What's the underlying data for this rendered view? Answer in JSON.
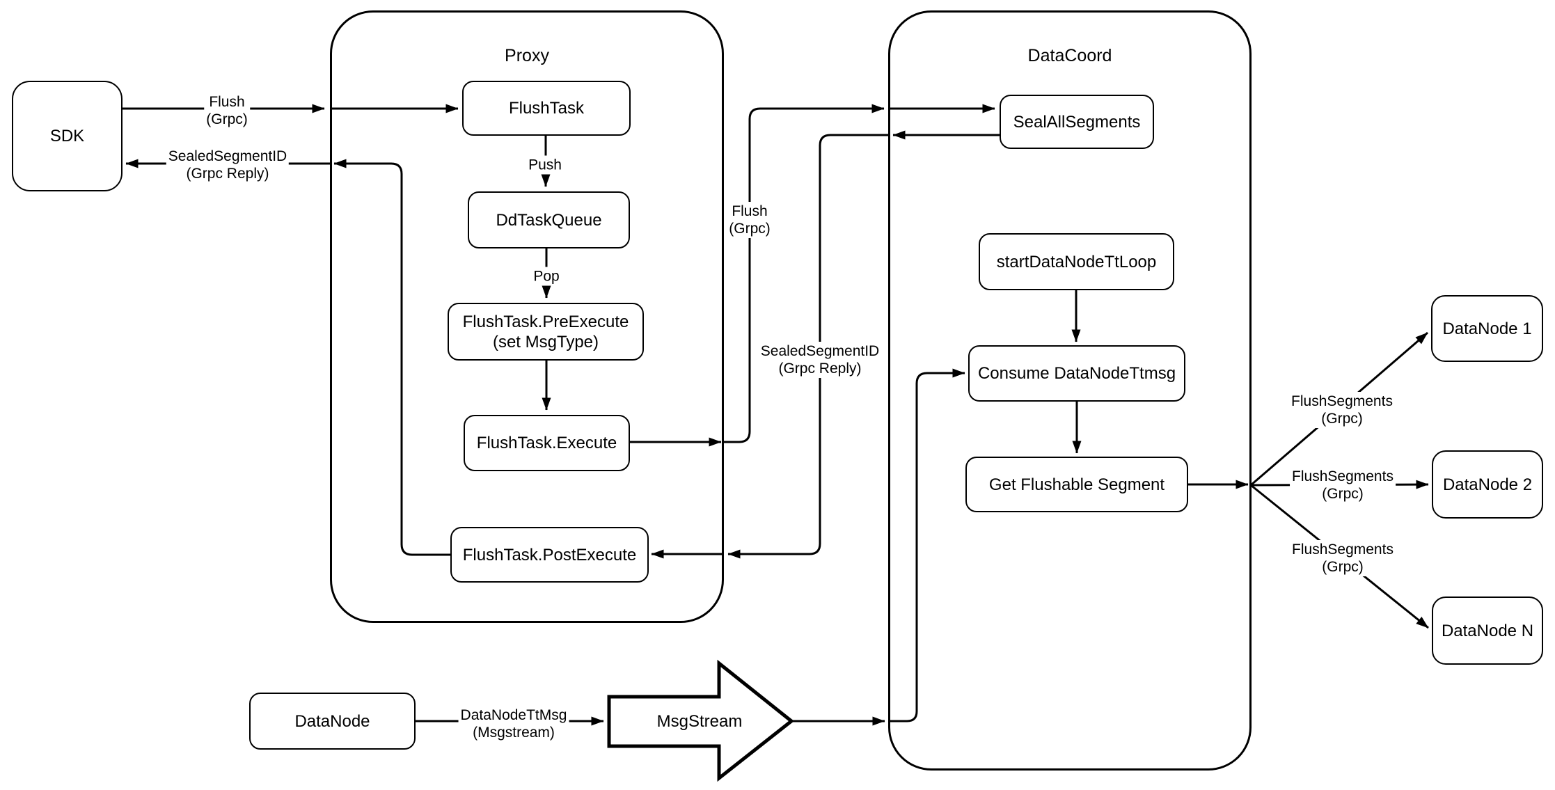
{
  "diagram": {
    "containers": {
      "proxy": "Proxy",
      "datacoord": "DataCoord"
    },
    "nodes": {
      "sdk": "SDK",
      "flush_task": "FlushTask",
      "dd_task_queue": "DdTaskQueue",
      "pre_execute": "FlushTask.PreExecute\n(set MsgType)",
      "execute": "FlushTask.Execute",
      "post_execute": "FlushTask.PostExecute",
      "seal_all_segments": "SealAllSegments",
      "start_datanode_tt_loop": "startDataNodeTtLoop",
      "consume_datanode_ttmsg": "Consume DataNodeTtmsg",
      "get_flushable_segment": "Get Flushable Segment",
      "datanode_1": "DataNode 1",
      "datanode_2": "DataNode 2",
      "datanode_n": "DataNode N",
      "datanode": "DataNode",
      "msgstream": "MsgStream"
    },
    "edge_labels": {
      "flush_grpc_sdk": "Flush\n(Grpc)",
      "sealed_segment_id_sdk": "SealedSegmentID\n(Grpc Reply)",
      "push": "Push",
      "pop": "Pop",
      "flush_grpc_mid": "Flush\n(Grpc)",
      "sealed_segment_id_mid": "SealedSegmentID\n(Grpc Reply)",
      "datanode_tt_msg": "DataNodeTtMsg\n(Msgstream)",
      "flush_segments_1": "FlushSegments\n(Grpc)",
      "flush_segments_2": "FlushSegments\n(Grpc)",
      "flush_segments_3": "FlushSegments\n(Grpc)"
    },
    "colors": {
      "stroke": "#000000",
      "background": "#ffffff"
    }
  }
}
